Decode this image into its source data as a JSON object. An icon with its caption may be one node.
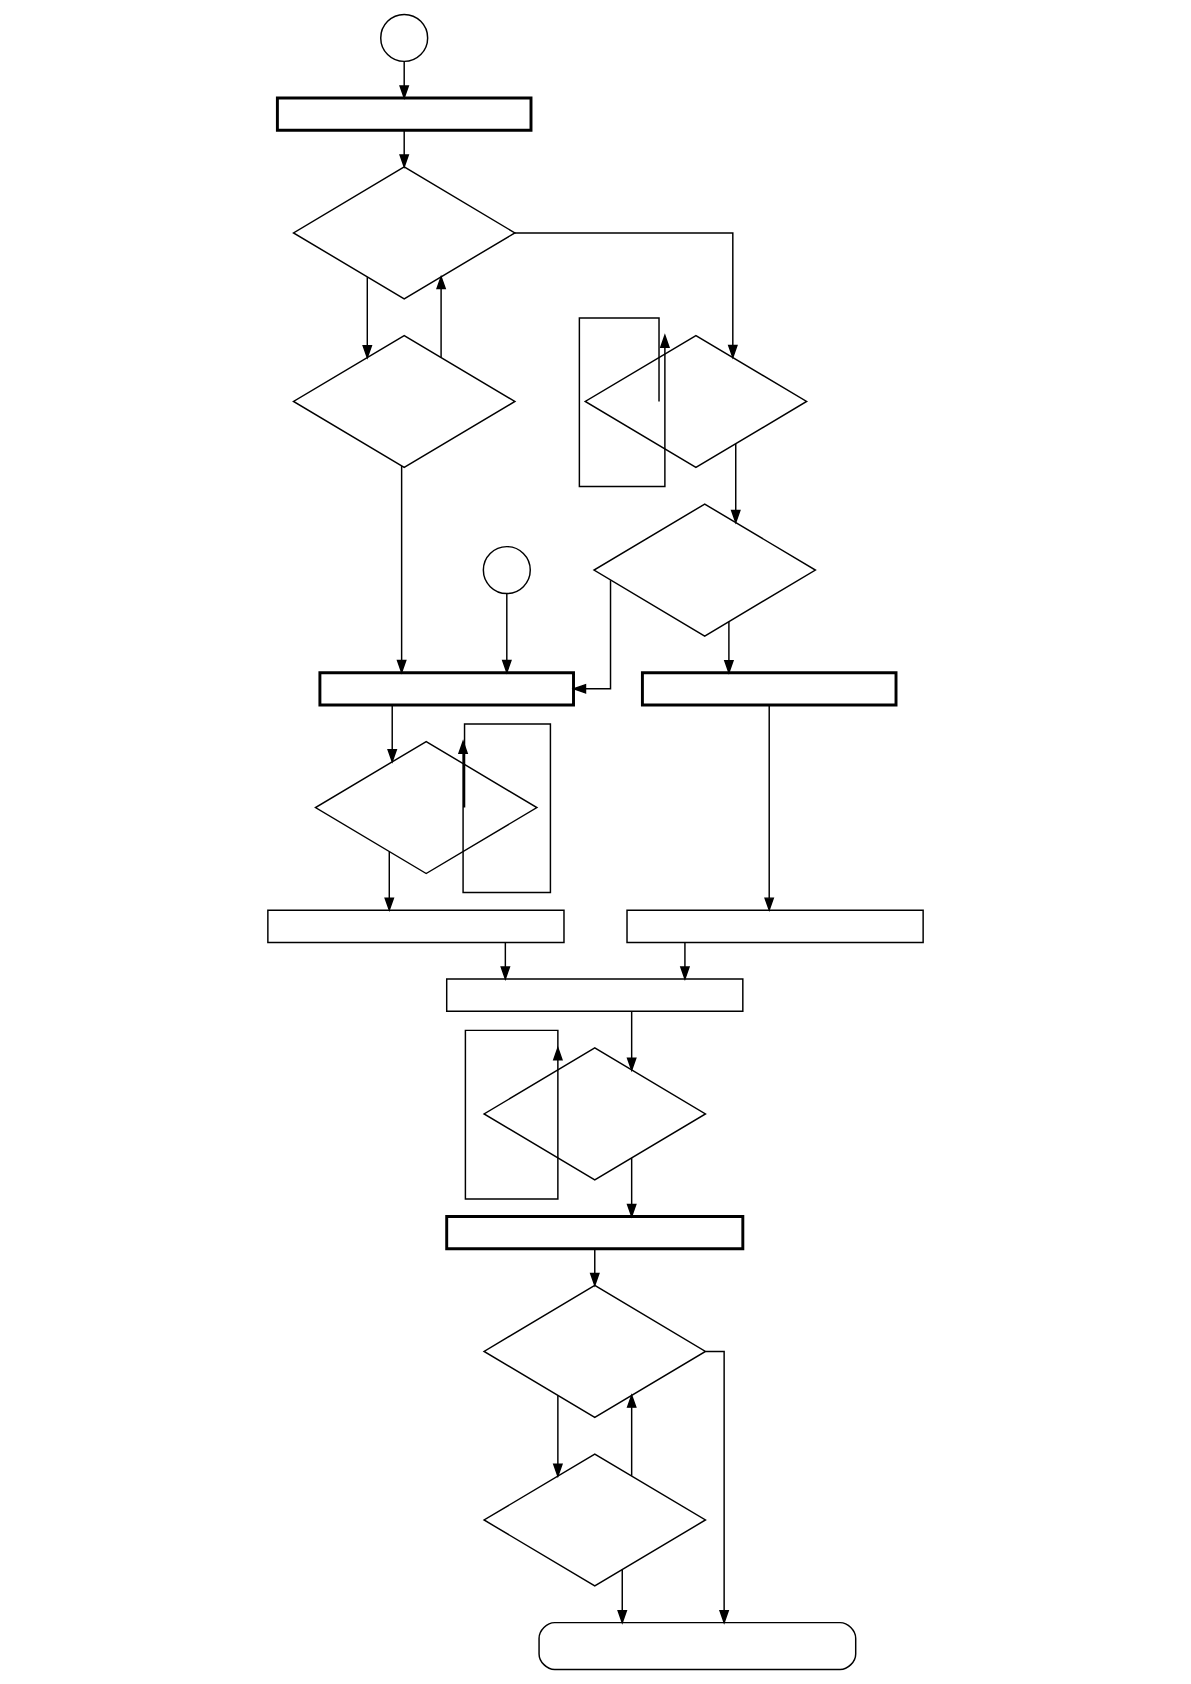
{
  "diagram": {
    "nodes": [
      {
        "text": [],
        "shape": "circle"
      },
      {
        "text": [],
        "shape": "circle"
      },
      {
        "text": [],
        "shape": "box"
      },
      {
        "text": [],
        "shape": "diamond"
      },
      {
        "text": [],
        "shape": "diamond"
      },
      {
        "text": [],
        "shape": "diamond"
      },
      {
        "text": [],
        "shape": "diamond"
      },
      {
        "text": [],
        "shape": "box"
      },
      {
        "text": [],
        "shape": "box"
      },
      {
        "text": [],
        "shape": "diamond"
      },
      {
        "text": [],
        "shape": "box"
      },
      {
        "text": [],
        "shape": "box"
      },
      {
        "text": [],
        "shape": "box"
      },
      {
        "text": [],
        "shape": "diamond"
      },
      {
        "text": [],
        "shape": "box"
      },
      {
        "text": [],
        "shape": "diamond"
      },
      {
        "text": [],
        "shape": "diamond"
      },
      {
        "text": [],
        "shape": "stadium"
      }
    ],
    "edges": [
      {
        "from": 0,
        "to": 2,
        "arrow": "to"
      },
      {
        "from": 2,
        "to": 3,
        "arrow": "to"
      },
      {
        "from": 3,
        "to": 4,
        "arrow": "to"
      },
      {
        "from": 4,
        "to": 3,
        "arrow": "to"
      },
      {
        "from": 3,
        "to": 5,
        "arrow": "to"
      },
      {
        "from": 5,
        "to": 5,
        "arrow": "to"
      },
      {
        "from": 5,
        "to": 6,
        "arrow": "to"
      },
      {
        "from": 4,
        "to": 7,
        "arrow": "to"
      },
      {
        "from": 1,
        "to": 7,
        "arrow": "to"
      },
      {
        "from": 6,
        "to": 7,
        "arrow": "to"
      },
      {
        "from": 7,
        "to": 9,
        "arrow": "to"
      },
      {
        "from": 9,
        "to": 9,
        "arrow": "to"
      },
      {
        "from": 9,
        "to": 11,
        "arrow": "to"
      },
      {
        "from": 6,
        "to": 8,
        "arrow": "to"
      },
      {
        "from": 8,
        "to": 10,
        "arrow": "to"
      },
      {
        "from": 10,
        "to": 12,
        "arrow": "to"
      },
      {
        "from": 11,
        "to": 12,
        "arrow": "to"
      },
      {
        "from": 12,
        "to": 13,
        "arrow": "to"
      },
      {
        "from": 13,
        "to": 13,
        "arrow": "to"
      },
      {
        "from": 13,
        "to": 14,
        "arrow": "to"
      },
      {
        "from": 14,
        "to": 15,
        "arrow": "to"
      },
      {
        "from": 15,
        "to": 17,
        "arrow": "to"
      },
      {
        "from": 15,
        "to": 16,
        "arrow": "to"
      },
      {
        "from": 16,
        "to": 15,
        "arrow": "to"
      },
      {
        "from": 16,
        "to": 17,
        "arrow": "to"
      }
    ]
  }
}
